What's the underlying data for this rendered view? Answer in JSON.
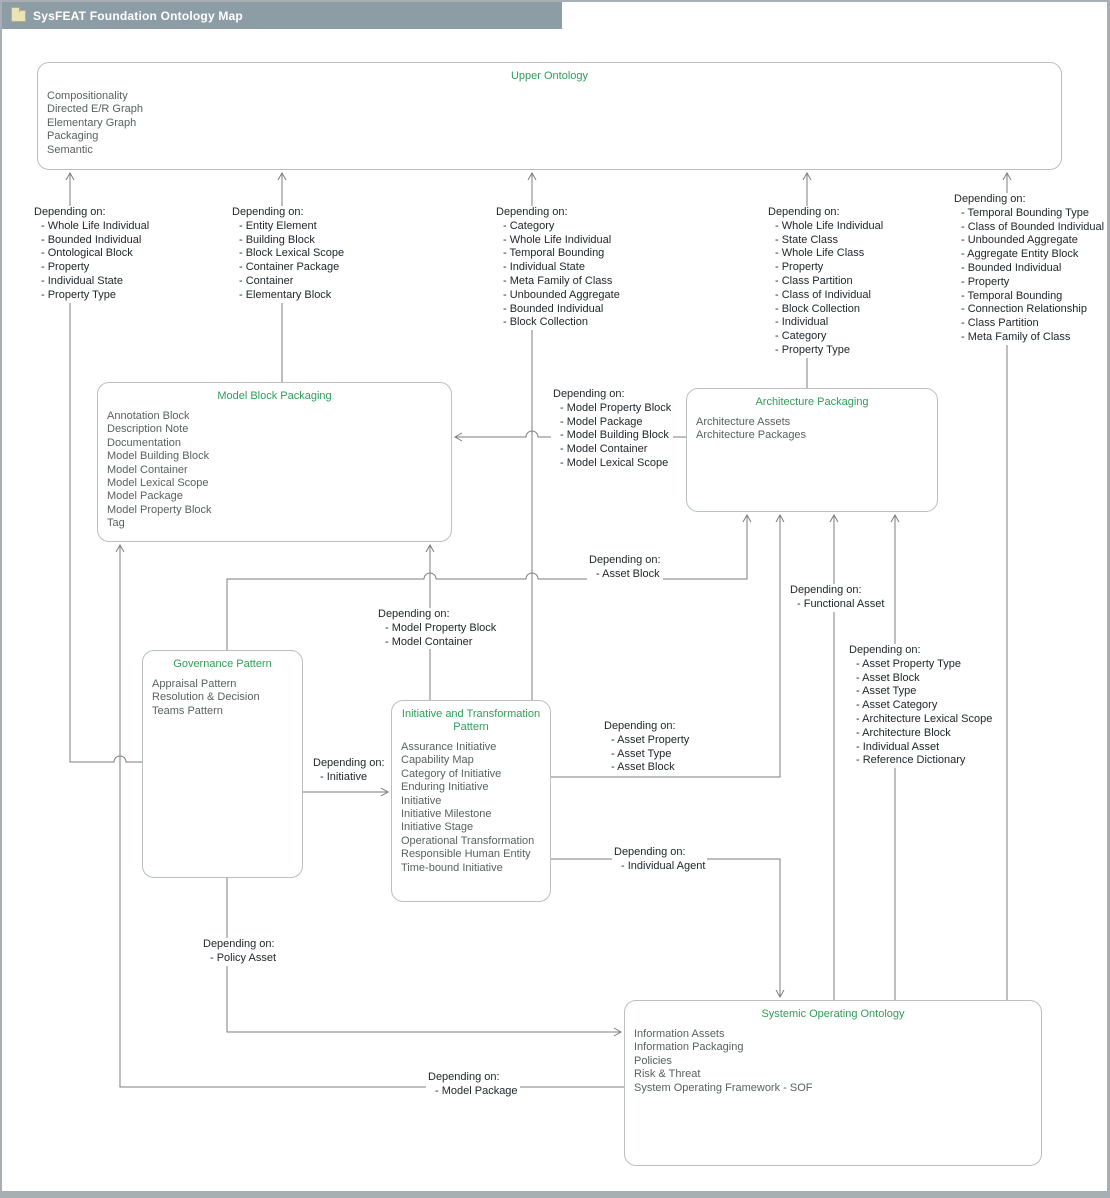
{
  "window": {
    "title": "SysFEAT Foundation Ontology Map"
  },
  "colors": {
    "titlebar": "#8d9da5",
    "node_title_green": "#2f9e5a",
    "connector_line": "#7d7d7d"
  },
  "boxes": {
    "upper_ontology": {
      "title": "Upper Ontology",
      "items": [
        "Compositionality",
        "Directed E/R Graph",
        "Elementary Graph",
        "Packaging",
        "Semantic"
      ]
    },
    "model_block_packaging": {
      "title": "Model Block Packaging",
      "items": [
        "Annotation Block",
        "Description Note",
        "Documentation",
        "Model Building Block",
        "Model Container",
        "Model Lexical Scope",
        "Model Package",
        "Model Property Block",
        "Tag"
      ]
    },
    "architecture_packaging": {
      "title": "Architecture Packaging",
      "items": [
        "Architecture Assets",
        "Architecture Packages"
      ]
    },
    "governance_pattern": {
      "title": "Governance Pattern",
      "items": [
        "Appraisal Pattern",
        "Resolution & Decision",
        "Teams Pattern"
      ]
    },
    "initiative_pattern": {
      "title": "Initiative and Transformation Pattern",
      "items": [
        "Assurance Initiative",
        "Capability Map",
        "Category of Initiative",
        "Enduring Initiative",
        "Initiative",
        "Initiative Milestone",
        "Initiative Stage",
        "Operational Transformation",
        "Responsible Human Entity",
        "Time-bound Initiative"
      ]
    },
    "systemic_operating_ontology": {
      "title": "Systemic Operating Ontology",
      "items": [
        "Information Assets",
        "Information Packaging",
        "Policies",
        "Risk & Threat",
        "System Operating Framework - SOF"
      ]
    }
  },
  "labels": {
    "gov_upper": {
      "heading": "Depending on:",
      "items": [
        "Whole Life Individual",
        "Bounded Individual",
        "Ontological Block",
        "Property",
        "Individual State",
        "Property Type"
      ]
    },
    "mbp_upper": {
      "heading": "Depending on:",
      "items": [
        "Entity Element",
        "Building Block",
        "Block Lexical Scope",
        "Container Package",
        "Container",
        "Elementary Block"
      ]
    },
    "init_upper": {
      "heading": "Depending on:",
      "items": [
        "Category",
        "Whole Life Individual",
        "Temporal Bounding",
        "Individual State",
        "Meta Family of Class",
        "Unbounded Aggregate",
        "Bounded Individual",
        "Block Collection"
      ]
    },
    "arch_upper": {
      "heading": "Depending on:",
      "items": [
        "Whole Life Individual",
        "State Class",
        "Whole Life Class",
        "Property",
        "Class Partition",
        "Class of Individual",
        "Block Collection",
        "Individual",
        "Category",
        "Property Type"
      ]
    },
    "sys_upper": {
      "heading": "Depending on:",
      "items": [
        "Temporal Bounding Type",
        "Class of Bounded Individual",
        "Unbounded Aggregate",
        "Aggregate Entity Block",
        "Bounded Individual",
        "Property",
        "Temporal Bounding",
        "Connection Relationship",
        "Class Partition",
        "Meta Family of Class"
      ]
    },
    "arch_mbp": {
      "heading": "Depending on:",
      "items": [
        "Model Property Block",
        "Model Package",
        "Model Building Block",
        "Model Container",
        "Model Lexical Scope"
      ]
    },
    "gov_arch": {
      "heading": "Depending on:",
      "items": [
        "Asset Block"
      ]
    },
    "sys_arch_functional": {
      "heading": "Depending on:",
      "items": [
        "Functional Asset"
      ]
    },
    "init_mbp": {
      "heading": "Depending on:",
      "items": [
        "Model Property Block",
        "Model Container"
      ]
    },
    "sys_arch_assets": {
      "heading": "Depending on:",
      "items": [
        "Asset Property Type",
        "Asset Block",
        "Asset Type",
        "Asset Category",
        "Architecture Lexical Scope",
        "Architecture Block",
        "Individual Asset",
        "Reference Dictionary"
      ]
    },
    "gov_init": {
      "heading": "Depending on:",
      "items": [
        "Initiative"
      ]
    },
    "init_arch": {
      "heading": "Depending on:",
      "items": [
        "Asset Property",
        "Asset Type",
        "Asset Block"
      ]
    },
    "init_sys": {
      "heading": "Depending on:",
      "items": [
        "Individual Agent"
      ]
    },
    "gov_sys": {
      "heading": "Depending on:",
      "items": [
        "Policy Asset"
      ]
    },
    "sys_mbp": {
      "heading": "Depending on:",
      "items": [
        "Model Package"
      ]
    }
  }
}
